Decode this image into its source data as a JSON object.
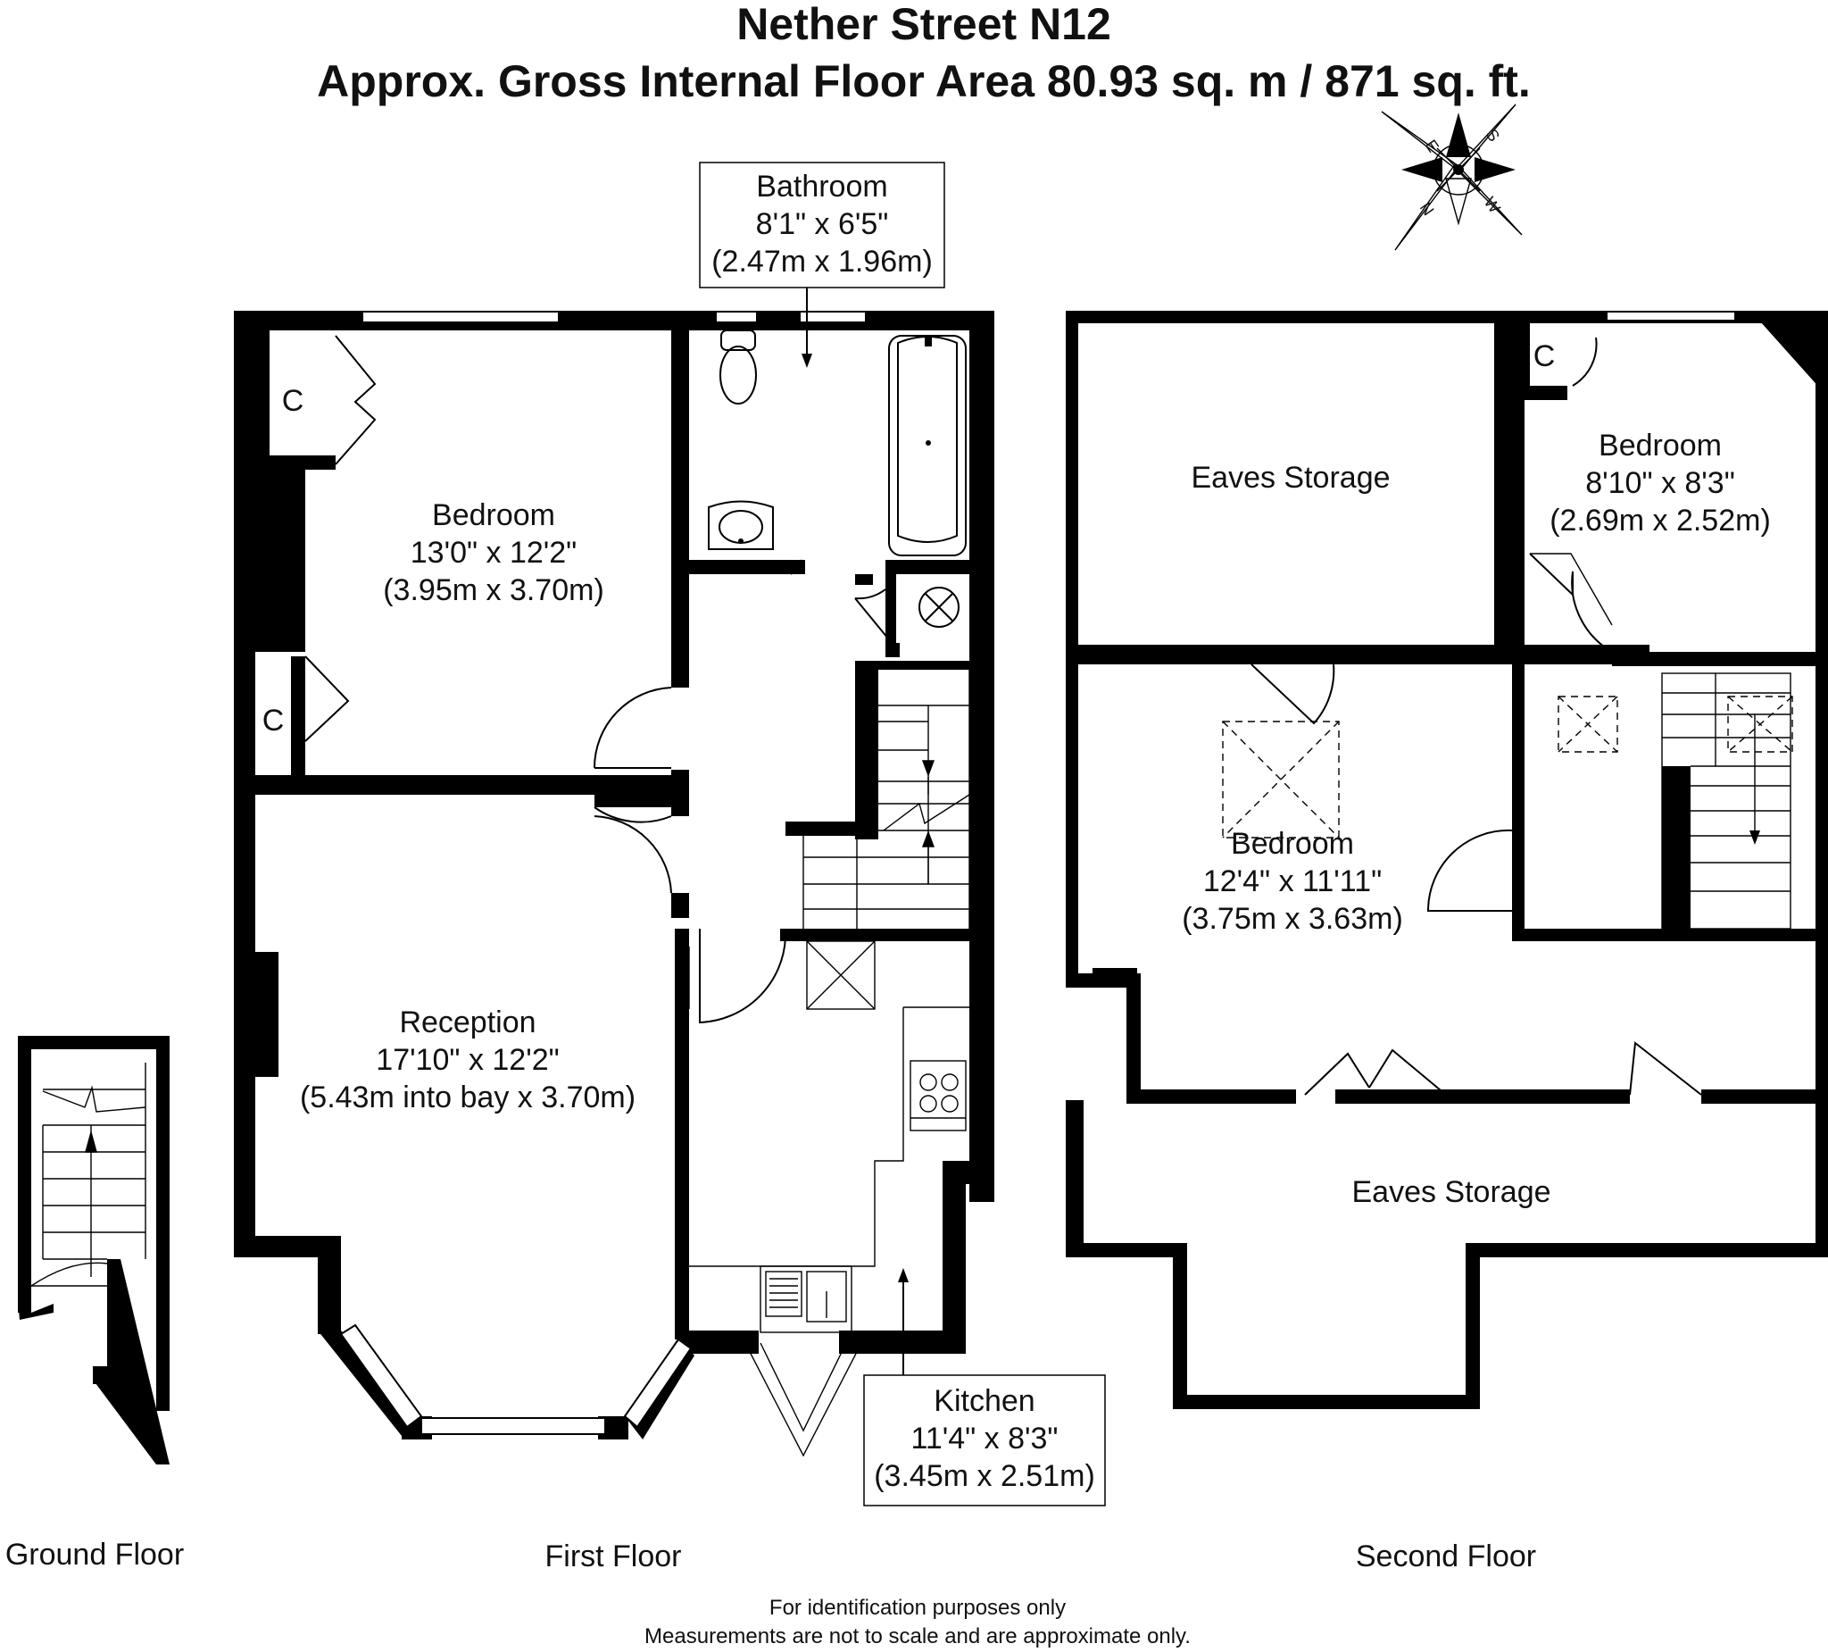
{
  "header": {
    "title_line1": "Nether Street N12",
    "title_line2": "Approx. Gross Internal Floor Area 80.93 sq. m / 871 sq. ft."
  },
  "compass": {
    "n": "N",
    "s": "S",
    "e": "E",
    "w": "W"
  },
  "rooms": {
    "bathroom": {
      "name": "Bathroom",
      "imperial": "8'1\" x 6'5\"",
      "metric": "(2.47m x 1.96m)"
    },
    "bedroom_first": {
      "name": "Bedroom",
      "imperial": "13'0\" x 12'2\"",
      "metric": "(3.95m x 3.70m)"
    },
    "reception": {
      "name": "Reception",
      "imperial": "17'10\" x 12'2\"",
      "metric": "(5.43m into bay x 3.70m)"
    },
    "kitchen": {
      "name": "Kitchen",
      "imperial": "11'4\" x 8'3\"",
      "metric": "(3.45m x 2.51m)"
    },
    "eaves_storage_top": {
      "name": "Eaves Storage"
    },
    "bedroom_second_small": {
      "name": "Bedroom",
      "imperial": "8'10\" x 8'3\"",
      "metric": "(2.69m x 2.52m)"
    },
    "bedroom_second_large": {
      "name": "Bedroom",
      "imperial": "12'4\" x 11'11\"",
      "metric": "(3.75m x 3.63m)"
    },
    "eaves_storage_bottom": {
      "name": "Eaves Storage"
    }
  },
  "cupboards": {
    "label": "C"
  },
  "floors": {
    "ground": "Ground Floor",
    "first": "First Floor",
    "second": "Second Floor"
  },
  "footer": {
    "line1": "For identification purposes only",
    "line2": "Measurements are not to scale and are approximate only."
  }
}
